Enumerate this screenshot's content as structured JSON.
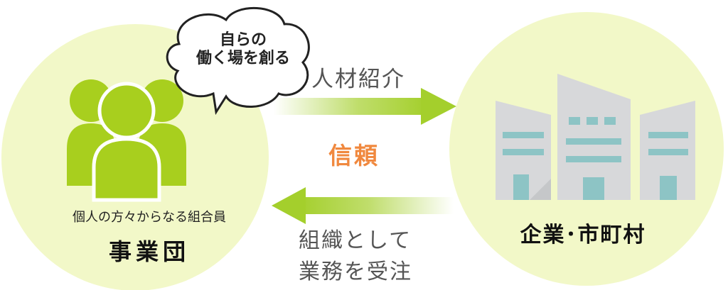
{
  "bubble": {
    "line1": "自らの",
    "line2": "働く場を創る"
  },
  "arrow_top": {
    "label": "人材紹介"
  },
  "trust": {
    "label": "信頼"
  },
  "arrow_bottom": {
    "line1": "組織として",
    "line2": "業務を受注"
  },
  "left_node": {
    "subtitle": "個人の方々からなる組合員",
    "title": "事業団"
  },
  "right_node": {
    "title": "企業･市町村"
  },
  "colors": {
    "circle_fill": "#f2f8c8",
    "people_green": "#a8cf1e",
    "arrow_green": "#a4cf2c",
    "building_gray": "#d7d8da",
    "window_teal": "#8dc4c5",
    "trust_orange": "#f0883e"
  },
  "icons": [
    "speech-bubble-icon",
    "people-group-icon",
    "buildings-icon"
  ]
}
